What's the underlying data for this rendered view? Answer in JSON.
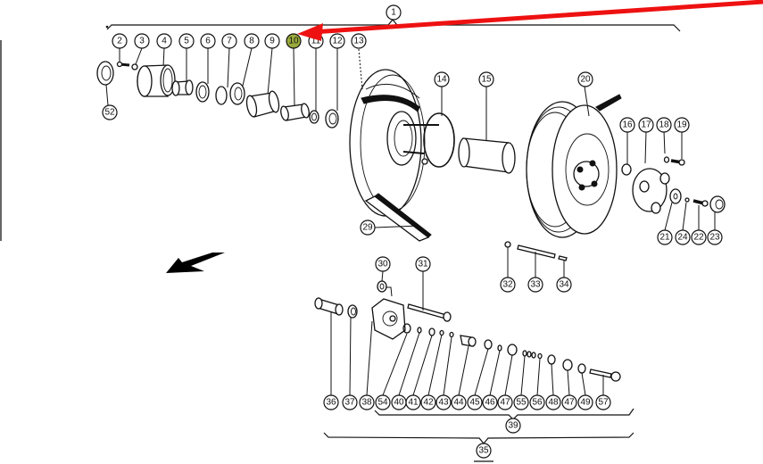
{
  "diagram": {
    "type": "exploded-parts-diagram",
    "highlight": {
      "label": "10",
      "color": "#9aaa3c"
    },
    "pointer_arrow": {
      "color": "#ee1111",
      "target_label": "10"
    },
    "direction_arrow": "flow-direction-arrow",
    "assemblies": [
      {
        "label": "1",
        "includes": [
          "2",
          "3",
          "4",
          "5",
          "6",
          "7",
          "8",
          "9",
          "10",
          "11",
          "12",
          "13",
          "14",
          "15",
          "16",
          "17",
          "18",
          "19",
          "20",
          "21",
          "22",
          "23",
          "24",
          "29",
          "52"
        ]
      },
      {
        "label": "39",
        "includes": [
          "54",
          "40",
          "41",
          "42",
          "43",
          "44",
          "45",
          "46",
          "47",
          "55",
          "56",
          "48",
          "47",
          "49",
          "57"
        ]
      },
      {
        "label": "35",
        "includes": [
          "36",
          "37",
          "38",
          "39"
        ],
        "underlined": true
      }
    ],
    "labels": {
      "top_row": [
        "2",
        "3",
        "4",
        "5",
        "6",
        "7",
        "8",
        "9",
        "10",
        "11",
        "12",
        "13"
      ],
      "assembly_1": "1",
      "l52": "52",
      "l14": "14",
      "l15": "15",
      "l20": "20",
      "l29": "29",
      "hub_row_top": [
        "16",
        "17",
        "18",
        "19"
      ],
      "hub_row_bottom": [
        "21",
        "24",
        "22",
        "23"
      ],
      "shaft_row": [
        "32",
        "33",
        "34"
      ],
      "l30": "30",
      "l31": "31",
      "bottom_row": [
        "36",
        "37",
        "38",
        "54",
        "40",
        "41",
        "42",
        "43",
        "44",
        "45",
        "46",
        "47",
        "55",
        "56",
        "48",
        "47",
        "49",
        "57"
      ],
      "assembly_39": "39",
      "assembly_35": "35"
    }
  }
}
